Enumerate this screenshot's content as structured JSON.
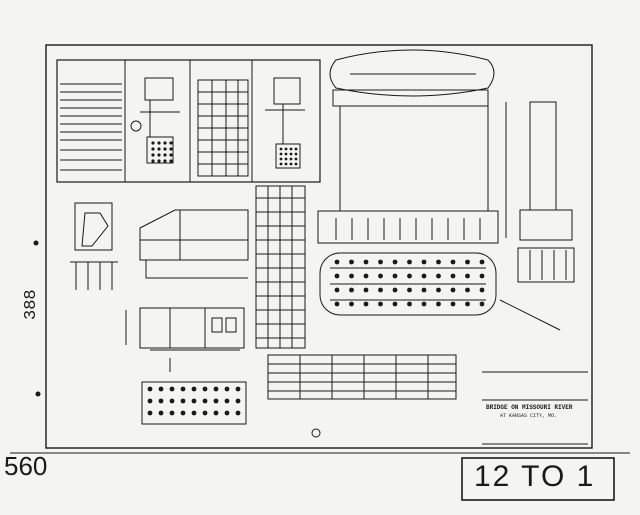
{
  "sheet": {
    "title_block": {
      "line1": "BRIDGE ON MISSOURI RIVER",
      "line2": "AT KANSAS CITY, MO."
    },
    "margin_number": "388",
    "corner_number": "560",
    "sheet_number": "12 TO 1"
  },
  "colors": {
    "paper": "#f4f4f2",
    "ink": "#1a1a1a"
  }
}
